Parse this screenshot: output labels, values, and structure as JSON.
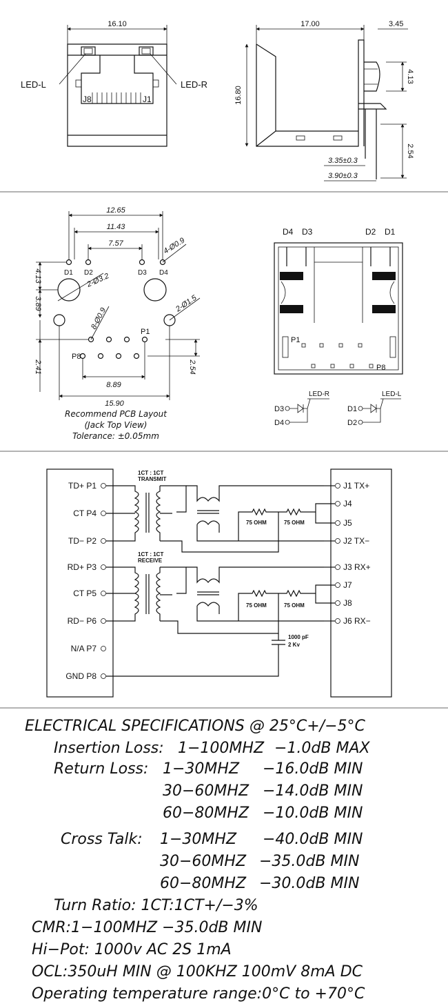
{
  "front_view": {
    "width_dim": "16.10",
    "led_left": "LED-L",
    "led_right": "LED-R",
    "pin_j8": "J8",
    "pin_j1": "J1"
  },
  "side_view": {
    "length_dim": "17.00",
    "tab_dim": "3.45",
    "height_dim": "16.80",
    "clip_dim": "4.13",
    "pitch_dim": "2.54",
    "offset_dim_1": "3.35±0.3",
    "offset_dim_2": "3.90±0.3"
  },
  "pcb_layout": {
    "dims": {
      "d1": "12.65",
      "d2": "11.43",
      "d3": "7.57",
      "d4": "4.13",
      "d5": "3.89",
      "d6": "2.41",
      "d7": "8.89",
      "d8": "2.54",
      "d9": "15.90"
    },
    "holes": {
      "led_holes": "4-Ø0.9",
      "mount_holes": "2-Ø3.2",
      "signal_holes": "8-Ø0.9",
      "shield_holes": "2-Ø1.5"
    },
    "pins": {
      "d1": "D1",
      "d2": "D2",
      "d3": "D3",
      "d4": "D4",
      "p1": "P1",
      "p8": "P8"
    },
    "caption_1": "Recommend PCB Layout",
    "caption_2": "(Jack Top View)",
    "caption_3": "Tolerance: ±0.05mm"
  },
  "top_view": {
    "d4": "D4",
    "d3": "D3",
    "d2": "D2",
    "d1": "D1",
    "p1": "P1",
    "p8": "P8",
    "led_r": "LED-R",
    "led_l": "LED-L",
    "led_r_a": "D3",
    "led_r_k": "D4",
    "led_l_a": "D1",
    "led_l_k": "D2"
  },
  "schematic": {
    "left_pins": [
      "TD+ P1",
      "CT P4",
      "TD− P2",
      "RD+ P3",
      "CT P5",
      "RD− P6",
      "N/A P7",
      "GND P8"
    ],
    "right_pins": [
      "J1  TX+",
      "J4",
      "J5",
      "J2  TX−",
      "J3  RX+",
      "J7",
      "J8",
      "J6  RX−"
    ],
    "tx_ratio": "1CT : 1CT",
    "tx_label": "TRANSMIT",
    "rx_ratio": "1CT : 1CT",
    "rx_label": "RECEIVE",
    "resistor": "75 OHM",
    "cap_value": "1000 pF",
    "cap_voltage": "2 Kv"
  },
  "specs": {
    "heading": "ELECTRICAL SPECIFICATIONS @ 25°C+/−5°C",
    "insertion_label": "Insertion Loss:",
    "insertion_freq": "1−100MHZ",
    "insertion_val": "−1.0dB MAX",
    "return_label": "Return Loss:",
    "return_rows": [
      {
        "freq": "1−30MHZ",
        "val": "−16.0dB MIN"
      },
      {
        "freq": "30−60MHZ",
        "val": "−14.0dB MIN"
      },
      {
        "freq": "60−80MHZ",
        "val": "−10.0dB MIN"
      }
    ],
    "cross_label": "Cross Talk:",
    "cross_rows": [
      {
        "freq": "1−30MHZ",
        "val": "−40.0dB MIN"
      },
      {
        "freq": "30−60MHZ",
        "val": "−35.0dB MIN"
      },
      {
        "freq": "60−80MHZ",
        "val": "−30.0dB MIN"
      }
    ],
    "turn_ratio": "Turn Ratio: 1CT:1CT+/−3%",
    "cmr": "CMR:1−100MHZ   −35.0dB MIN",
    "hipot": "Hi−Pot:  1000v AC 2S 1mA",
    "ocl": "OCL:350uH MIN @ 100KHZ 100mV 8mA DC",
    "temp": "Operating temperature range:0°C to +70°C"
  }
}
